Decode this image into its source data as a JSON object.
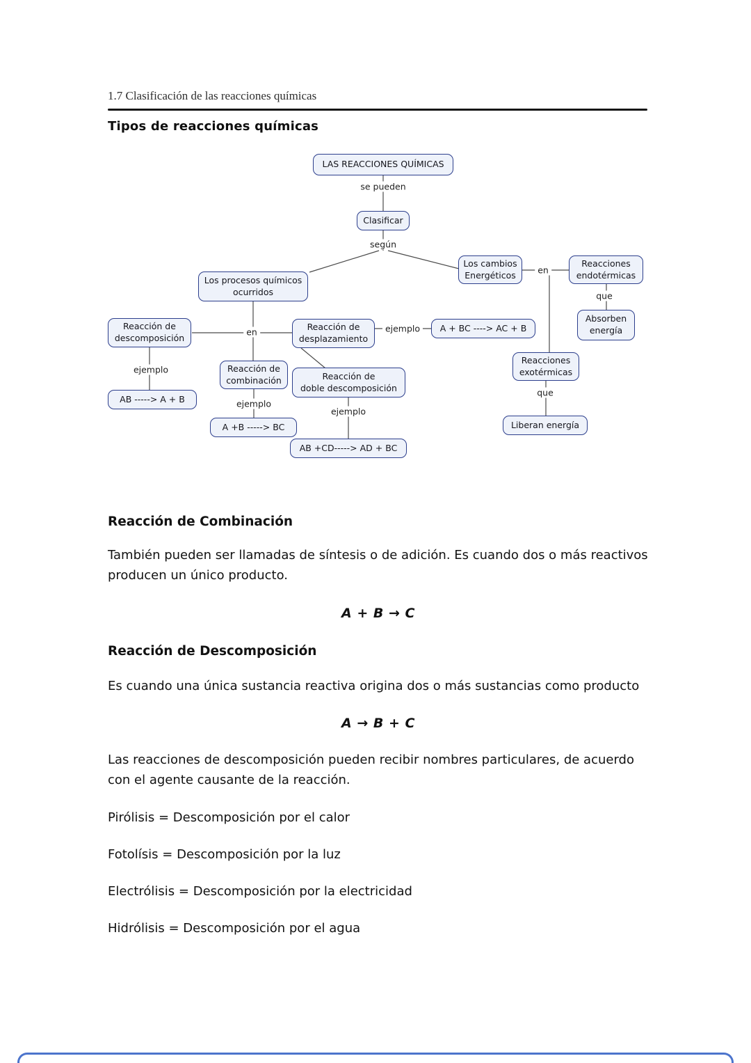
{
  "page": {
    "header": "1.7 Clasificación de las reacciones químicas",
    "title": "Tipos de reacciones químicas"
  },
  "diagram": {
    "nodes": {
      "root": "LAS REACCIONES QUÍMICAS",
      "clasificar": "Clasificar",
      "procesos": "Los procesos químicos\nocurridos",
      "cambios": "Los cambios\nEnergéticos",
      "endotermicas": "Reacciones\nendotérmicas",
      "absorben": "Absorben\nenergía",
      "descomposicion": "Reacción de\ndescomposición",
      "desplazamiento": "Reacción de\ndesplazamiento",
      "ej_desplazamiento": "A + BC ----> AC + B",
      "exotermicas": "Reacciones\nexotérmicas",
      "liberan": "Liberan energía",
      "combinacion": "Reacción de\ncombinación",
      "doble": "Reacción de\ndoble descomposición",
      "ej_descomposicion": "AB -----> A + B",
      "ej_combinacion": "A +B -----> BC",
      "ej_doble": "AB +CD-----> AD + BC"
    },
    "labels": {
      "se_pueden": "se pueden",
      "segun": "según",
      "en_energeticos": "en",
      "en_procesos": "en",
      "que_endo": "que",
      "que_exo": "que",
      "ejemplo_desplazamiento": "ejemplo",
      "ejemplo_descomposicion": "ejemplo",
      "ejemplo_combinacion": "ejemplo",
      "ejemplo_doble": "ejemplo"
    }
  },
  "sections": {
    "combinacion_heading": "Reacción de Combinación",
    "combinacion_text": "También pueden ser llamadas de síntesis o de adición. Es cuando dos o más reactivos producen un único producto.",
    "combinacion_formula": "A + B → C",
    "descomposicion_heading": "Reacción de Descomposición",
    "descomposicion_text": "Es cuando una única sustancia reactiva origina dos o más sustancias como producto",
    "descomposicion_formula": "A → B + C",
    "particulares_text": "Las reacciones de descomposición pueden recibir nombres particulares, de acuerdo con el agente causante de la reacción.",
    "pirolisis": "Pirólisis = Descomposición por el calor",
    "fotolisis": "Fotolísis = Descomposición por la luz",
    "electrolisis": "Electrólisis = Descomposición por la electricidad",
    "hidrolisis": "Hidrólisis = Descomposición por el agua"
  }
}
